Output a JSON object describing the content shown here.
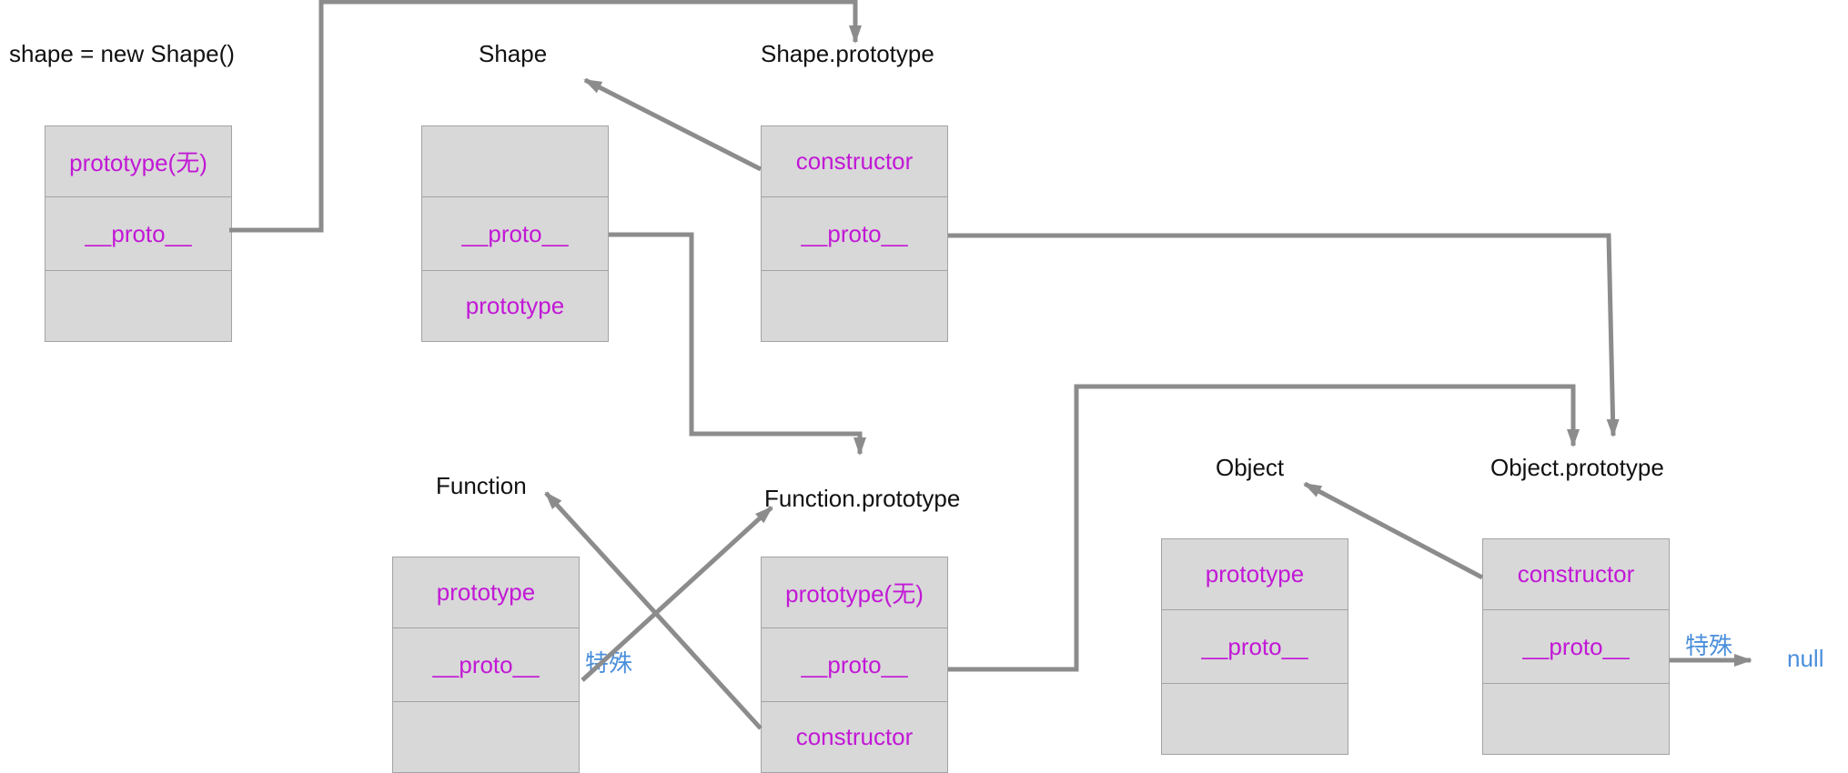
{
  "titles": {
    "shape_instance": "shape = new Shape()",
    "shape": "Shape",
    "shape_prototype": "Shape.prototype",
    "function": "Function",
    "function_prototype": "Function.prototype",
    "object": "Object",
    "object_prototype": "Object.prototype"
  },
  "boxes": {
    "shape_instance": [
      "prototype(无)",
      "__proto__",
      ""
    ],
    "shape": [
      "",
      "__proto__",
      "prototype"
    ],
    "shape_prototype": [
      "constructor",
      "__proto__",
      ""
    ],
    "function": [
      "prototype",
      "__proto__",
      ""
    ],
    "function_prototype": [
      "prototype(无)",
      "__proto__",
      "constructor"
    ],
    "object": [
      "prototype",
      "__proto__",
      ""
    ],
    "object_prototype": [
      "constructor",
      "__proto__",
      ""
    ]
  },
  "notes": {
    "special_function": "特殊",
    "special_object": "特殊",
    "null": "null"
  },
  "colors": {
    "field_text": "#c218d6",
    "note_text": "#4a8fdb",
    "arrow": "#8c8c8c",
    "box_fill": "#d8d8d8",
    "box_border": "#a3a3a3"
  }
}
